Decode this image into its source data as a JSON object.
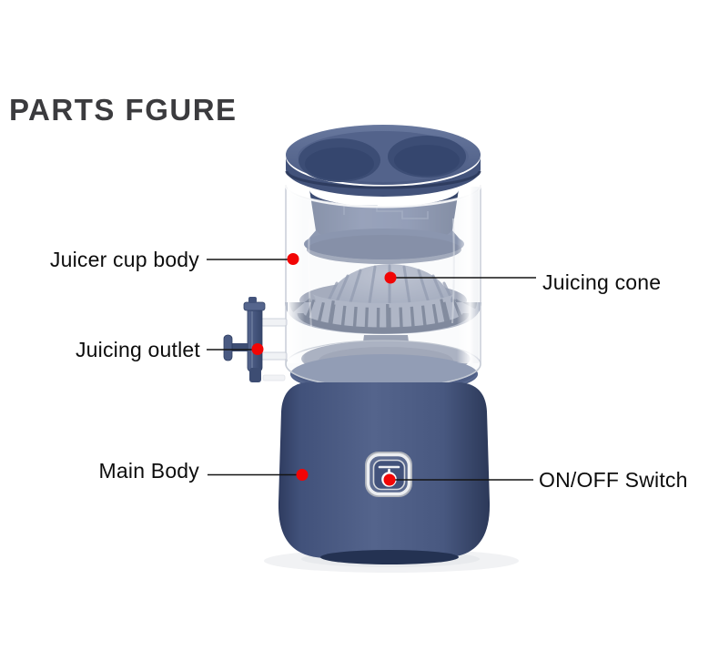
{
  "title": {
    "text": "PARTS FGURE"
  },
  "labels": [
    {
      "id": "juicer-cup-body",
      "text": "Juicer cup body",
      "side": "left"
    },
    {
      "id": "juicing-cone",
      "text": "Juicing cone",
      "side": "right"
    },
    {
      "id": "juicing-outlet",
      "text": "Juicing outlet",
      "side": "left"
    },
    {
      "id": "main-body",
      "text": "Main Body",
      "side": "left"
    },
    {
      "id": "on-off-switch",
      "text": "ON/OFF Switch",
      "side": "right"
    }
  ],
  "icons": {
    "power_button": "power-icon"
  },
  "colors": {
    "background": "#ffffff",
    "title_text": "#3b3b3e",
    "label_text": "#0d0d0d",
    "callout_line": "#141414",
    "callout_dot_red": "#f20505",
    "body_navy": "#4c5c84",
    "body_navy_dark": "#36466c",
    "lid_navy": "#54648c",
    "strainer_slate": "#7e89a2",
    "strainer_teeth": "#33415f",
    "glass_edge": "#c9ced8",
    "chrome": "#eceef1",
    "power_glyph": "#ffffff"
  }
}
